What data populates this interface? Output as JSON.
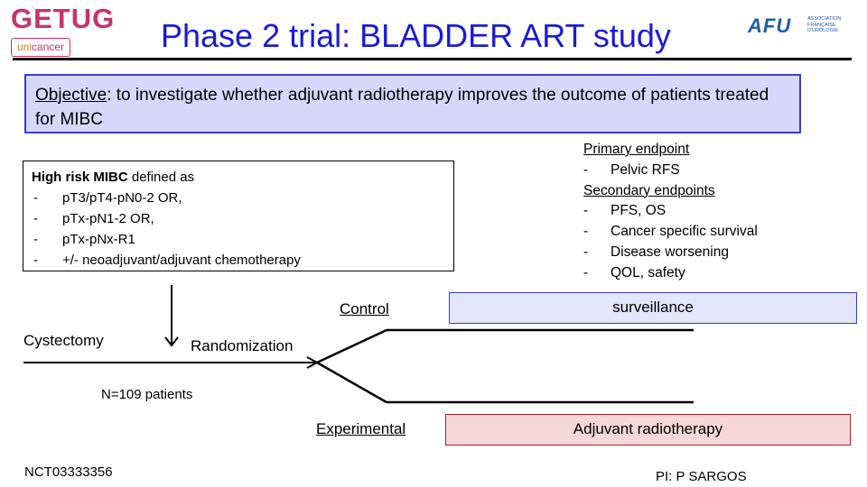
{
  "logos": {
    "getug_word": "GETUG",
    "getug_sub_prefix": "uni",
    "getug_sub_rest": "cancer",
    "afu_mark": "AFU",
    "afu_text": "Association Française d'Urologie"
  },
  "title": "Phase 2 trial: BLADDER ART study",
  "objective": {
    "label": "Objective",
    "text": ": to investigate whether adjuvant radiotherapy improves the outcome of patients treated for MIBC"
  },
  "high_risk": {
    "heading_bold": "High risk MIBC",
    "heading_rest": " defined as",
    "items": [
      "pT3/pT4-pN0-2 OR,",
      "pTx-pN1-2 OR,",
      "pTx-pNx-R1",
      "+/- neoadjuvant/adjuvant chemotherapy"
    ]
  },
  "endpoints": {
    "primary_label": "Primary endpoint",
    "primary_items": [
      "Pelvic RFS"
    ],
    "secondary_label": "Secondary endpoints",
    "secondary_items": [
      "PFS, OS",
      "Cancer specific survival",
      "Disease worsening",
      "QOL, safety"
    ]
  },
  "flow": {
    "cystectomy": "Cystectomy",
    "randomization": "Randomization",
    "n_patients": "N=109 patients",
    "control_label": "Control",
    "control_arm": "surveillance",
    "experimental_label": "Experimental",
    "experimental_arm": "Adjuvant radiotherapy"
  },
  "footer": {
    "nct": "NCT03333356",
    "pi": "PI: P SARGOS"
  },
  "colors": {
    "title": "#1a1ad8",
    "objective_fill": "#d7d7fb",
    "control_fill": "#e4e4fb",
    "experimental_fill": "#f6d7d7",
    "getug": "#c8326e",
    "afu": "#1f5ea8"
  }
}
